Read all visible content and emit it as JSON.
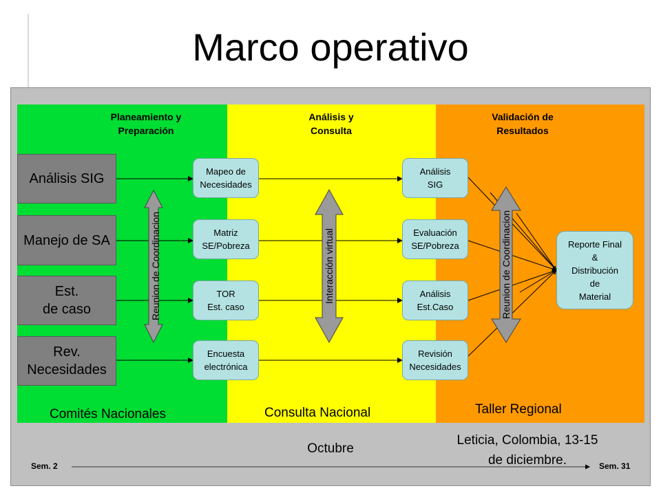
{
  "slide": {
    "title": "Marco operativo"
  },
  "phases": {
    "planning": "Planeamiento y\nPreparación",
    "analysis": "Análisis y\nConsulta",
    "validation": "Validación de\nResultados"
  },
  "inputs": [
    "Análisis SIG",
    "Manejo de SA",
    "Est.\nde caso",
    "Rev.\nNecesidades"
  ],
  "prep_outputs": [
    "Mapeo de\nNecesidades",
    "Matriz\nSE/Pobreza",
    "TOR\nEst. caso",
    "Encuesta\nelectrónica"
  ],
  "analysis_outputs": [
    "Análisis\nSIG",
    "Evaluación\nSE/Pobreza",
    "Análisis\nEst.Caso",
    "Revisión\nNecesidades"
  ],
  "final_box": "Reporte Final\n&\nDistribución\nde\nMaterial",
  "vertical_arrows": {
    "coord_1": "Reunion de Coordinacion",
    "virtual": "Interacción virtual",
    "coord_2": "Reunion de Coordinacion"
  },
  "zone_labels": {
    "green": "Comités Nacionales",
    "yellow": "Consulta Nacional",
    "orange": "Taller Regional"
  },
  "timeline": {
    "month": "Octubre",
    "location": "Leticia, Colombia, 13-15\nde diciembre.",
    "start": "Sem. 2",
    "end": "Sem. 31"
  },
  "colors": {
    "green_zone": "#00dd33",
    "yellow_zone": "#ffff00",
    "orange_zone": "#ff9900",
    "box_fill": "#b4e2e2",
    "input_fill": "#808080"
  }
}
